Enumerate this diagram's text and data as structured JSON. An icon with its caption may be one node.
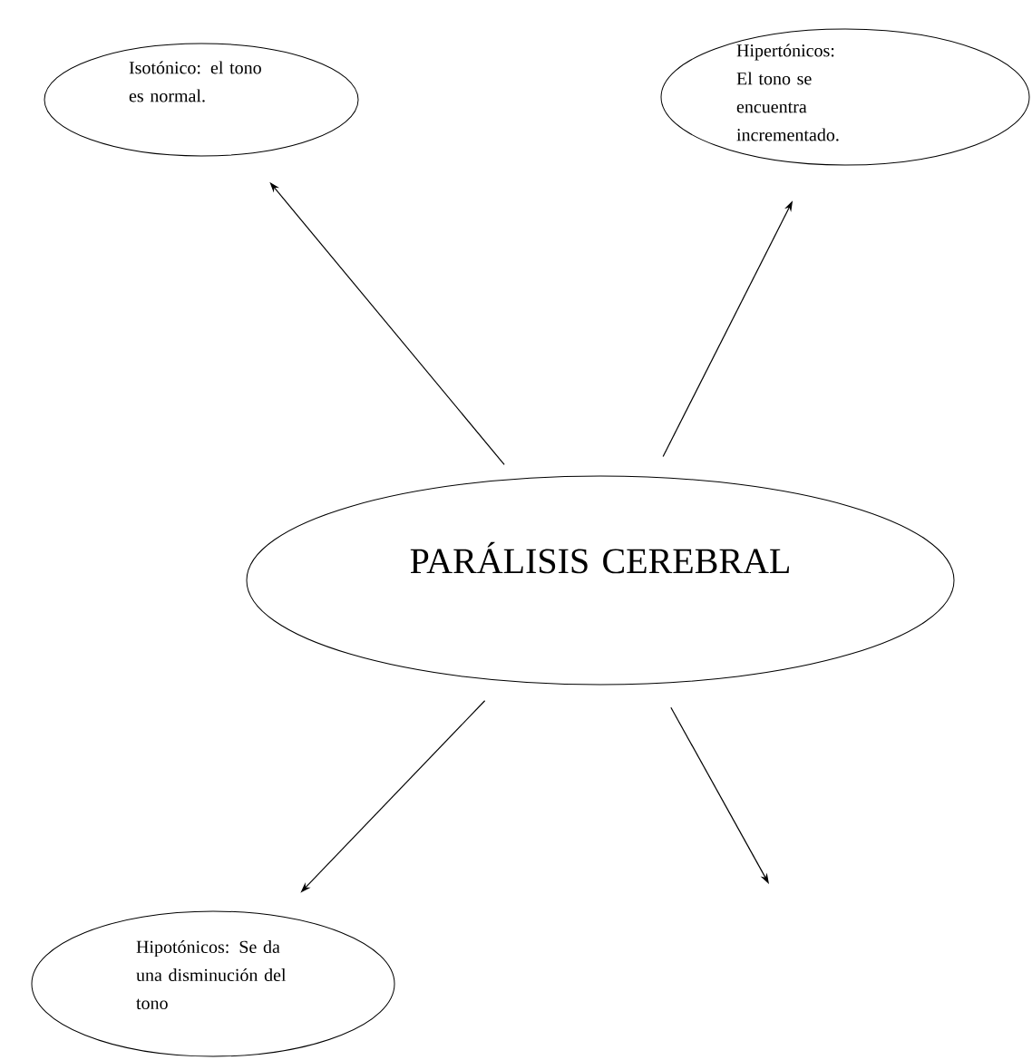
{
  "diagram": {
    "nodes": [
      {
        "text": [
          "Isotónico: el tono es normal."
        ]
      },
      {
        "text": [
          "Hipertónicos: El tono se encuentra incrementado."
        ]
      },
      {
        "text": [
          "PARÁLISIS CEREBRAL"
        ]
      },
      {
        "text": [
          "Hipotónicos: Se da una disminución del tono"
        ]
      }
    ],
    "edges": [
      {
        "from": 2,
        "to": 0,
        "arrow": "to"
      },
      {
        "from": 2,
        "to": 1,
        "arrow": "to"
      },
      {
        "from": 2,
        "to": 3,
        "arrow": "to"
      },
      {
        "from": 2,
        "to": null,
        "arrow": "to"
      }
    ]
  }
}
